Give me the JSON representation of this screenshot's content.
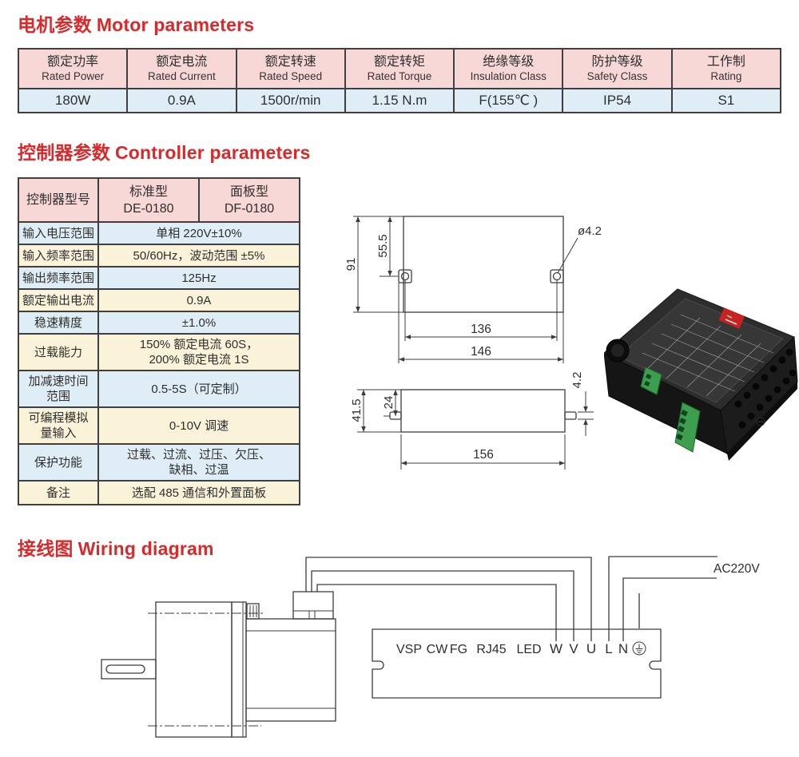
{
  "sections": {
    "motor": {
      "title_zh": "电机参数",
      "title_en": "Motor parameters"
    },
    "controller": {
      "title_zh": "控制器参数",
      "title_en": "Controller parameters"
    },
    "wiring": {
      "title_zh": "接线图",
      "title_en": "Wiring diagram"
    }
  },
  "motor_table": {
    "columns": [
      {
        "zh": "额定功率",
        "en": "Rated Power",
        "value": "180W"
      },
      {
        "zh": "额定电流",
        "en": "Rated Current",
        "value": "0.9A"
      },
      {
        "zh": "额定转速",
        "en": "Rated Speed",
        "value": "1500r/min"
      },
      {
        "zh": "额定转矩",
        "en": "Rated Torque",
        "value": "1.15 N.m"
      },
      {
        "zh": "绝缘等级",
        "en": "Insulation Class",
        "value": "F(155℃ )"
      },
      {
        "zh": "防护等级",
        "en": "Safety Class",
        "value": "IP54"
      },
      {
        "zh": "工作制",
        "en": "Rating",
        "value": "S1"
      }
    ]
  },
  "controller_table": {
    "header": {
      "label": "控制器型号",
      "standard": "标准型\nDE-0180",
      "panel": "面板型\nDF-0180"
    },
    "rows": [
      {
        "label": "输入电压范围",
        "value": "单相 220V±10%"
      },
      {
        "label": "输入频率范围",
        "value": "50/60Hz，波动范围 ±5%"
      },
      {
        "label": "输出频率范围",
        "value": "125Hz"
      },
      {
        "label": "额定输出电流",
        "value": "0.9A"
      },
      {
        "label": "稳速精度",
        "value": "±1.0%"
      },
      {
        "label": "过载能力",
        "value": "150% 额定电流 60S，\n200% 额定电流 1S"
      },
      {
        "label": "加减速时间\n范围",
        "value": "0.5-5S（可定制）"
      },
      {
        "label": "可编程模拟\n量输入",
        "value": "0-10V 调速"
      },
      {
        "label": "保护功能",
        "value": "过载、过流、过压、欠压、\n缺相、过温"
      },
      {
        "label": "备注",
        "value": "选配 485 通信和外置面板"
      }
    ]
  },
  "dimensions": {
    "top_view": {
      "height": "91",
      "hole_offset": "55.5",
      "hole_dia": "ø4.2",
      "hole_spacing": "136",
      "overall_width": "146"
    },
    "side_view": {
      "height": "41.5",
      "tab_center": "24",
      "tab_thickness": "4.2",
      "overall_length": "156"
    }
  },
  "wiring": {
    "terminals": [
      "VSP",
      "CW",
      "FG",
      "RJ45",
      "LED",
      "W",
      "V",
      "U",
      "L",
      "N"
    ],
    "ground_icon": "protective-earth-icon",
    "power_label": "AC220V"
  },
  "photo": {
    "alt": "Brushless motor controller, black metal case with green terminal blocks and vent holes"
  },
  "colors": {
    "accent_red": "#d9292a",
    "table_border": "#3f3f3f",
    "header_pink": "#f8d8d6",
    "row_blue": "#dfeef6",
    "row_cream": "#faf3d9",
    "drawing_line": "#3c3c3c"
  }
}
